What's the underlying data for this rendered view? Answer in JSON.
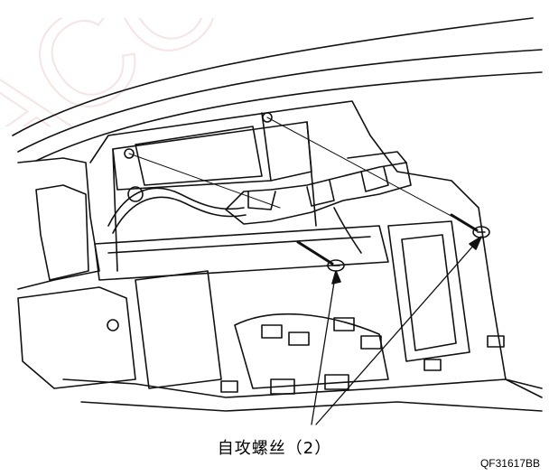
{
  "figure": {
    "caption": "自攻螺丝（2）",
    "figure_code": "QF31617BB",
    "watermark_text": "ACC"
  }
}
